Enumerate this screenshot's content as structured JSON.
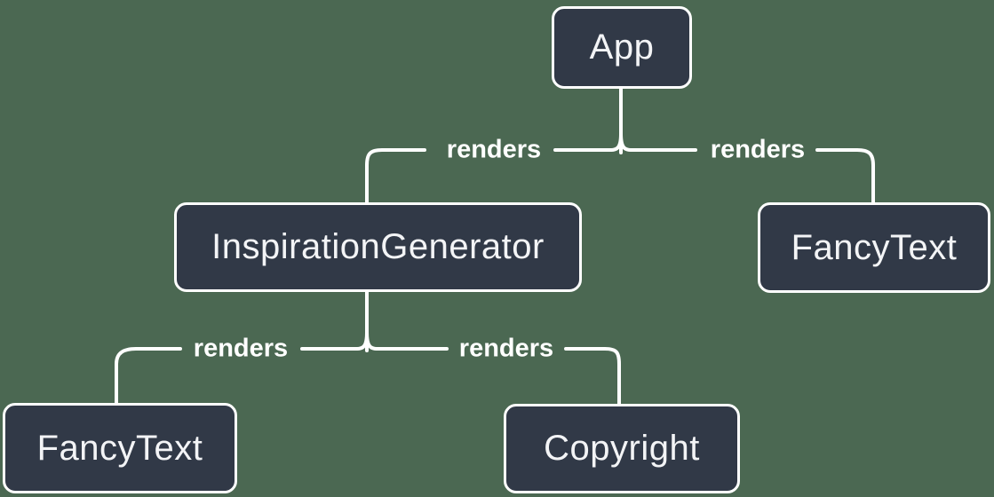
{
  "diagram": {
    "nodes": [
      {
        "label": "App"
      },
      {
        "label": "InspirationGenerator"
      },
      {
        "label": "FancyText"
      },
      {
        "label": "FancyText"
      },
      {
        "label": "Copyright"
      }
    ],
    "edges": [
      {
        "from": "App",
        "to": "InspirationGenerator",
        "label": "renders"
      },
      {
        "from": "App",
        "to": "FancyText",
        "label": "renders"
      },
      {
        "from": "InspirationGenerator",
        "to": "FancyText",
        "label": "renders"
      },
      {
        "from": "InspirationGenerator",
        "to": "Copyright",
        "label": "renders"
      }
    ],
    "colors": {
      "background": "#4b6852",
      "node_fill": "#313947",
      "node_border": "#ffffff",
      "node_text": "#f3f4f6",
      "edge": "#ffffff",
      "edge_label": "#ffffff"
    }
  }
}
